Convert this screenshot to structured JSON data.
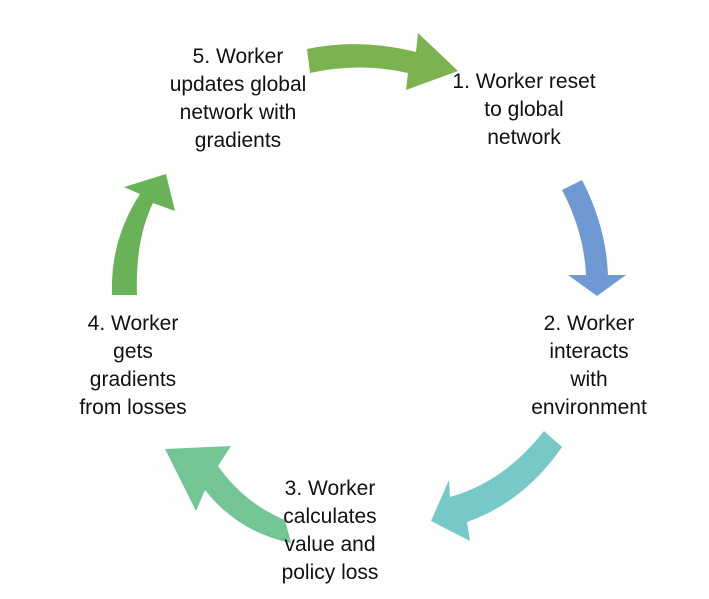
{
  "colors": {
    "arrow_5_to_1": "#7cb351",
    "arrow_1_to_2": "#6f99d2",
    "arrow_2_to_3": "#76c9c6",
    "arrow_3_to_4": "#73c595",
    "arrow_4_to_5": "#6ab257",
    "text": "#111111",
    "background": "#ffffff"
  },
  "steps": [
    {
      "lines": [
        "1. Worker reset",
        "to global",
        "network"
      ]
    },
    {
      "lines": [
        "2. Worker",
        "interacts",
        "with",
        "environment"
      ]
    },
    {
      "lines": [
        "3. Worker",
        "calculates",
        "value and",
        "policy loss"
      ]
    },
    {
      "lines": [
        "4. Worker",
        "gets",
        "gradients",
        "from losses"
      ]
    },
    {
      "lines": [
        "5. Worker",
        "updates global",
        "network with",
        "gradients"
      ]
    }
  ]
}
